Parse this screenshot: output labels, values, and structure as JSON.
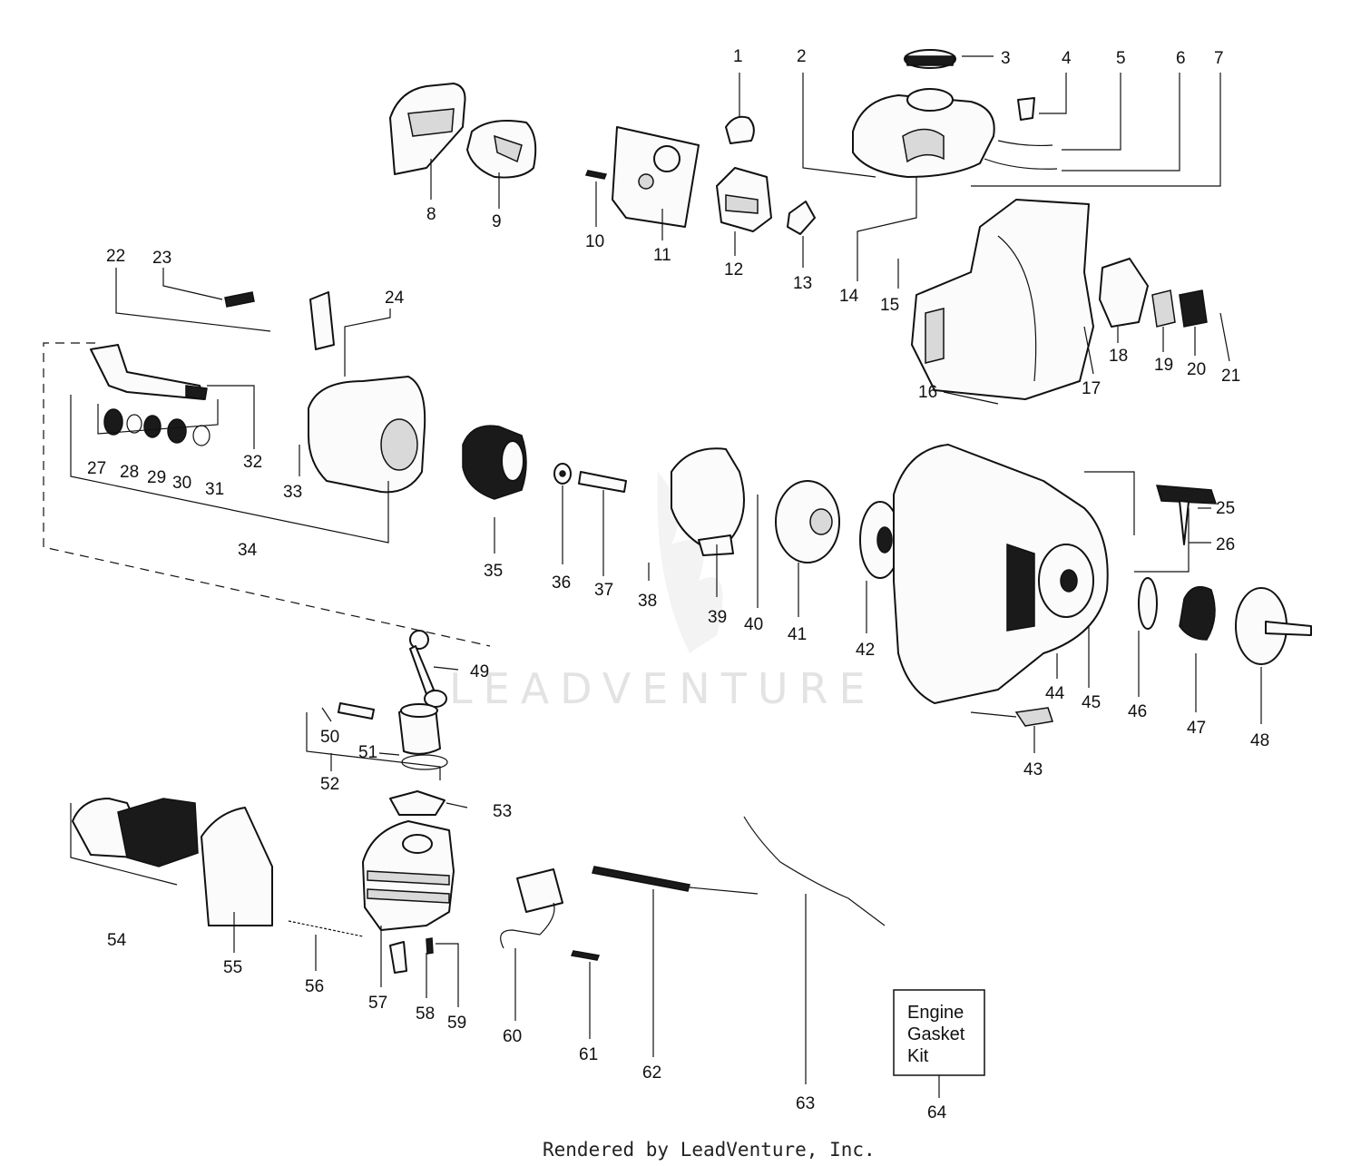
{
  "diagram": {
    "part_numbers": [
      "1",
      "2",
      "3",
      "4",
      "5",
      "6",
      "7",
      "8",
      "9",
      "10",
      "11",
      "12",
      "13",
      "14",
      "15",
      "16",
      "17",
      "18",
      "19",
      "20",
      "21",
      "22",
      "23",
      "24",
      "25",
      "26",
      "27",
      "28",
      "29",
      "30",
      "31",
      "32",
      "33",
      "34",
      "35",
      "36",
      "37",
      "38",
      "39",
      "40",
      "41",
      "42",
      "43",
      "44",
      "45",
      "46",
      "47",
      "48",
      "49",
      "50",
      "51",
      "52",
      "53",
      "54",
      "55",
      "56",
      "57",
      "58",
      "59",
      "60",
      "61",
      "62",
      "63",
      "64"
    ],
    "kit_box_lines": [
      "Engine",
      "Gasket",
      "Kit"
    ],
    "watermark": "LEADVENTURE",
    "footer": "Rendered by LeadVenture, Inc."
  }
}
